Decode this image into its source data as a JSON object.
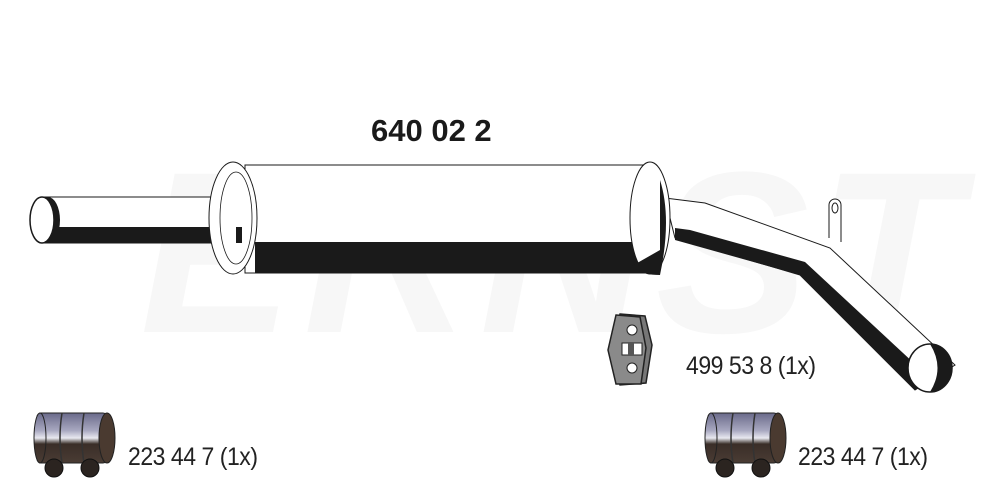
{
  "watermark": "ERNST",
  "main_part": {
    "number": "640 02 2"
  },
  "accessories": [
    {
      "number_label": "499 53 8 (1x)",
      "icon": "rubber-hanger-icon"
    },
    {
      "number_label": "223 44 7 (1x)",
      "icon": "pipe-clamp-icon"
    },
    {
      "number_label": "223 44 7 (1x)",
      "icon": "pipe-clamp-icon"
    }
  ],
  "colors": {
    "line": "#1a1a1a",
    "fill": "#ffffff",
    "watermark": "#f7f7f7"
  }
}
